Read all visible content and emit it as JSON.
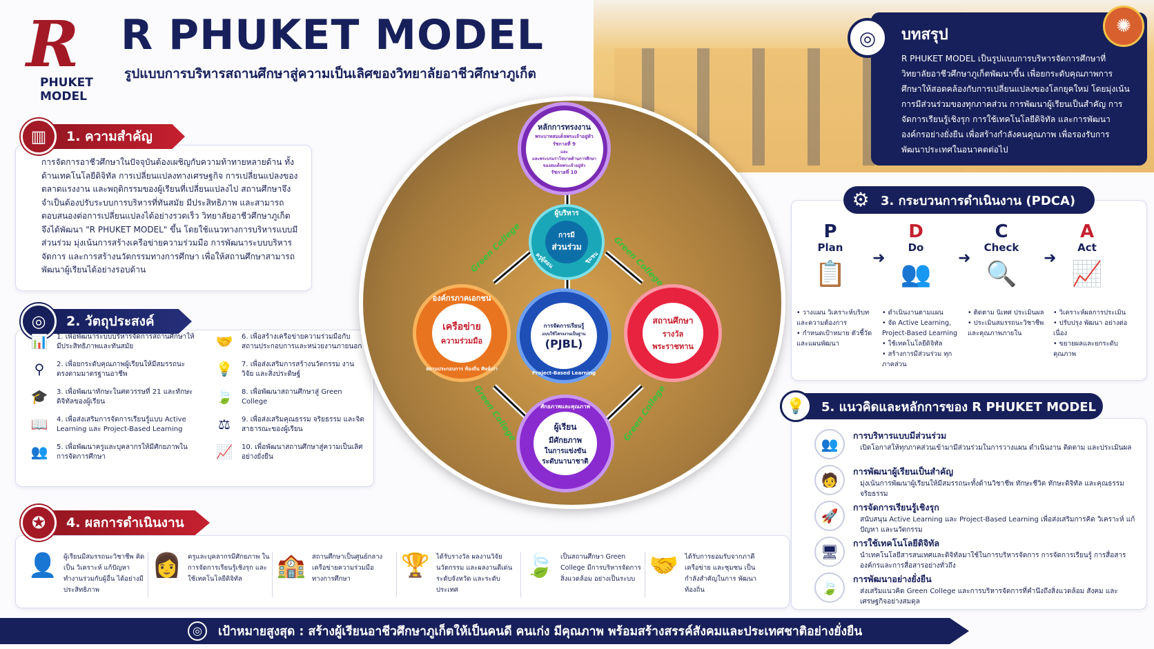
{
  "logo": {
    "letter": "R",
    "line1": "PHUKET",
    "line2": "MODEL"
  },
  "header": {
    "title": "R PHUKET MODEL",
    "subtitle": "รูปแบบการบริหารสถานศึกษาสู่ความเป็นเลิศของวิทยาลัยอาชีวศึกษาภูเก็ต"
  },
  "summary": {
    "title": "บทสรุป",
    "body": "R PHUKET MODEL เป็นรูปแบบการบริหารจัดการศึกษาที่วิทยาลัยอาชีวศึกษาภูเก็ตพัฒนาขึ้น เพื่อยกระดับคุณภาพการศึกษาให้สอดคล้องกับการเปลี่ยนแปลงของโลกยุคใหม่ โดยมุ่งเน้นการมีส่วนร่วมของทุกภาคส่วน การพัฒนาผู้เรียนเป็นสำคัญ การจัดการเรียนรู้เชิงรุก การใช้เทคโนโลยีดิจิทัล และการพัฒนาองค์กรอย่างยั่งยืน เพื่อสร้างกำลังคนคุณภาพ เพื่อรองรับการพัฒนาประเทศในอนาคตต่อไป"
  },
  "importance": {
    "title": "1. ความสำคัญ",
    "body": "การจัดการอาชีวศึกษาในปัจจุบันต้องเผชิญกับความท้าทายหลายด้าน ทั้งด้านเทคโนโลยีดิจิทัล การเปลี่ยนแปลงทางเศรษฐกิจ การเปลี่ยนแปลงของตลาดแรงงาน และพฤติกรรมของผู้เรียนที่เปลี่ยนแปลงไป สถานศึกษาจึงจำเป็นต้องปรับระบบการบริหารที่ทันสมัย มีประสิทธิภาพ และสามารถตอบสนองต่อการเปลี่ยนแปลงได้อย่างรวดเร็ว วิทยาลัยอาชีวศึกษาภูเก็ต จึงได้พัฒนา \"R PHUKET MODEL\" ขึ้น โดยใช้แนวทางการบริหารแบบมีส่วนร่วม มุ่งเน้นการสร้างเครือข่ายความร่วมมือ การพัฒนาระบบบริหารจัดการ และการสร้างนวัตกรรมทางการศึกษา เพื่อให้สถานศึกษาสามารถพัฒนาผู้เรียนได้อย่างรอบด้าน"
  },
  "objectives": {
    "title": "2. วัตถุประสงค์",
    "items": [
      {
        "icon": "chart-icon",
        "text": "1. เพื่อพัฒนาระบบบริหารจัดการสถานศึกษาให้มีประสิทธิภาพและทันสมัย"
      },
      {
        "icon": "people-icon",
        "text": "2. เพื่อยกระดับคุณภาพผู้เรียนให้มีสมรรถนะตรงตามมาตรฐานอาชีพ"
      },
      {
        "icon": "graduation-icon",
        "text": "3. เพื่อพัฒนาทักษะในศตวรรษที่ 21 และทักษะดิจิทัลของผู้เรียน"
      },
      {
        "icon": "book-icon",
        "text": "4. เพื่อส่งเสริมการจัดการเรียนรู้แบบ Active Learning และ Project-Based Learning"
      },
      {
        "icon": "team-icon",
        "text": "5. เพื่อพัฒนาครูและบุคลากรให้มีศักยภาพในการจัดการศึกษา"
      },
      {
        "icon": "handshake-icon",
        "text": "6. เพื่อสร้างเครือข่ายความร่วมมือกับสถานประกอบการและหน่วยงานภายนอก"
      },
      {
        "icon": "bulb-icon",
        "text": "7. เพื่อส่งเสริมการสร้างนวัตกรรม งานวิจัย และสิ่งประดิษฐ์"
      },
      {
        "icon": "leaf-icon",
        "text": "8. เพื่อพัฒนาสถานศึกษาสู่ Green College"
      },
      {
        "icon": "scale-icon",
        "text": "9. เพื่อส่งเสริมคุณธรรม จริยธรรม และจิตสาธารณะของผู้เรียน"
      },
      {
        "icon": "growth-icon",
        "text": "10. เพื่อพัฒนาสถานศึกษาสู่ความเป็นเลิศอย่างยั่งยืน"
      }
    ]
  },
  "model": {
    "top": {
      "title": "หลักการทรงงาน",
      "l1": "พระบาทสมเด็จพระเจ้าอยู่หัว",
      "l2": "รัชกาลที่ 9",
      "l3": "และ",
      "l4": "และพระบรมราโชบายด้านการศึกษา",
      "l5": "ของสมเด็จพระเจ้าอยู่หัว",
      "l6": "รัชกาลที่ 10"
    },
    "admin": {
      "ring": "ผู้บริหาร",
      "center1": "การมี",
      "center2": "ส่วนร่วม",
      "l": "ครูผู้สอน",
      "r": "ชุมชน"
    },
    "left": {
      "ring": "องค์กรภาคเอกชน",
      "center1": "เครือข่าย",
      "center2": "ความร่วมมือ",
      "bottom": "สถานประกอบการ ท้องถิ่น ศิษย์เก่า"
    },
    "center": {
      "small": "การจัดการเรียนรู้",
      "small2": "แบบใช้โครงงานเป็นฐาน",
      "big": "(PJBL)",
      "ring": "Project-Based Learning"
    },
    "right": {
      "center1": "สถานศึกษา",
      "center2": "รางวัล",
      "center3": "พระราชทาน"
    },
    "bottom": {
      "ring": "ศักยภาพและคุณภาพ",
      "c1": "ผู้เรียน",
      "c2": "มีศักยภาพ",
      "c3": "ในการแข่งขัน",
      "c4": "ระดับนานาชาติ"
    },
    "green": "Green College"
  },
  "pdca": {
    "title": "3. กระบวนการดำเนินงาน (PDCA)",
    "steps": [
      {
        "letter": "P",
        "word": "Plan",
        "icon": "clipboard-icon",
        "color": "#17205a",
        "lines": [
          "• วางแผน วิเคราะห์บริบทและความต้องการ",
          "• กำหนดเป้าหมาย ตัวชี้วัด และแผนพัฒนา"
        ]
      },
      {
        "letter": "D",
        "word": "Do",
        "icon": "team-icon",
        "color": "#c5202f",
        "lines": [
          "• ดำเนินงานตามแผน",
          "• จัด Active Learning, Project-Based Learning",
          "• ใช้เทคโนโลยีดิจิทัล",
          "• สร้างการมีส่วนร่วม ทุกภาคส่วน"
        ]
      },
      {
        "letter": "C",
        "word": "Check",
        "icon": "magnifier-icon",
        "color": "#17205a",
        "lines": [
          "• ติดตาม นิเทศ ประเมินผล",
          "• ประเมินสมรรถนะวิชาชีพ และคุณภาพภายใน"
        ]
      },
      {
        "letter": "A",
        "word": "Act",
        "icon": "growth-chart-icon",
        "color": "#c5202f",
        "lines": [
          "• วิเคราะห์ผลการประเมิน",
          "• ปรับปรุง พัฒนา อย่างต่อเนื่อง",
          "• ขยายผลและยกระดับ คุณภาพ"
        ]
      }
    ]
  },
  "results": {
    "title": "4. ผลการดำเนินงาน",
    "items": [
      {
        "icon": "student-stars-icon",
        "text": "ผู้เรียนมีสมรรถนะวิชาชีพ คิดเป็น วิเคราะห์ แก้ปัญหา ทำงานร่วมกับผู้อื่น ได้อย่างมีประสิทธิภาพ"
      },
      {
        "icon": "teacher-icon",
        "text": "ครูและบุคลากรมีศักยภาพ ในการจัดการเรียนรู้เชิงรุก และใช้เทคโนโลยีดิจิทัล"
      },
      {
        "icon": "school-icon",
        "text": "สถานศึกษาเป็นศูนย์กลาง เครือข่ายความร่วมมือ ทางการศึกษา"
      },
      {
        "icon": "trophy-icon",
        "text": "ได้รับรางวัล ผลงานวิจัย นวัตกรรม และผลงานดีเด่นระดับจังหวัด และระดับประเทศ"
      },
      {
        "icon": "leaf-icon",
        "text": "เป็นสถานศึกษา Green College มีการบริหารจัดการสิ่งแวดล้อม อย่างเป็นระบบ"
      },
      {
        "icon": "handshake-icon",
        "text": "ได้รับการยอมรับจากภาคีเครือข่าย และชุมชน เป็นกำลังสำคัญในการ พัฒนาท้องถิ่น"
      }
    ]
  },
  "concepts": {
    "title": "5. แนวคิดและหลักการของ R PHUKET MODEL",
    "items": [
      {
        "icon": "group-icon",
        "h": "การบริหารแบบมีส่วนร่วม",
        "d": "เปิดโอกาสให้ทุกภาคส่วนเข้ามามีส่วนร่วมในการวางแผน ดำเนินงาน ติดตาม และประเมินผล"
      },
      {
        "icon": "learner-icon",
        "h": "การพัฒนาผู้เรียนเป็นสำคัญ",
        "d": "มุ่งเน้นการพัฒนาผู้เรียนให้มีสมรรถนะทั้งด้านวิชาชีพ ทักษะชีวิต ทักษะดิจิทัล และคุณธรรม จริยธรรม"
      },
      {
        "icon": "rocket-icon",
        "h": "การจัดการเรียนรู้เชิงรุก",
        "d": "สนับสนุน Active Learning และ Project-Based Learning เพื่อส่งเสริมการคิด วิเคราะห์ แก้ปัญหา และนวัตกรรม"
      },
      {
        "icon": "monitor-icon",
        "h": "การใช้เทคโนโลยีดิจิทัล",
        "d": "นำเทคโนโลยีสารสนเทศและดิจิทัลมาใช้ในการบริหารจัดการ การจัดการเรียนรู้ การสื่อสารองค์กรและการสื่อสารอย่างทั่วถึง"
      },
      {
        "icon": "leaf-icon",
        "h": "การพัฒนาอย่างยั่งยืน",
        "d": "ส่งเสริมแนวคิด Green College และการบริหารจัดการที่คำนึงถึงสิ่งแวดล้อม สังคม และเศรษฐกิจอย่างสมดุล"
      }
    ]
  },
  "footer": {
    "text": "เป้าหมายสูงสุด : สร้างผู้เรียนอาชีวศึกษาภูเก็ตให้เป็นคนดี คนเก่ง มีคุณภาพ พร้อมสร้างสรรค์สังคมและประเทศชาติอย่างยั่งยืน"
  }
}
